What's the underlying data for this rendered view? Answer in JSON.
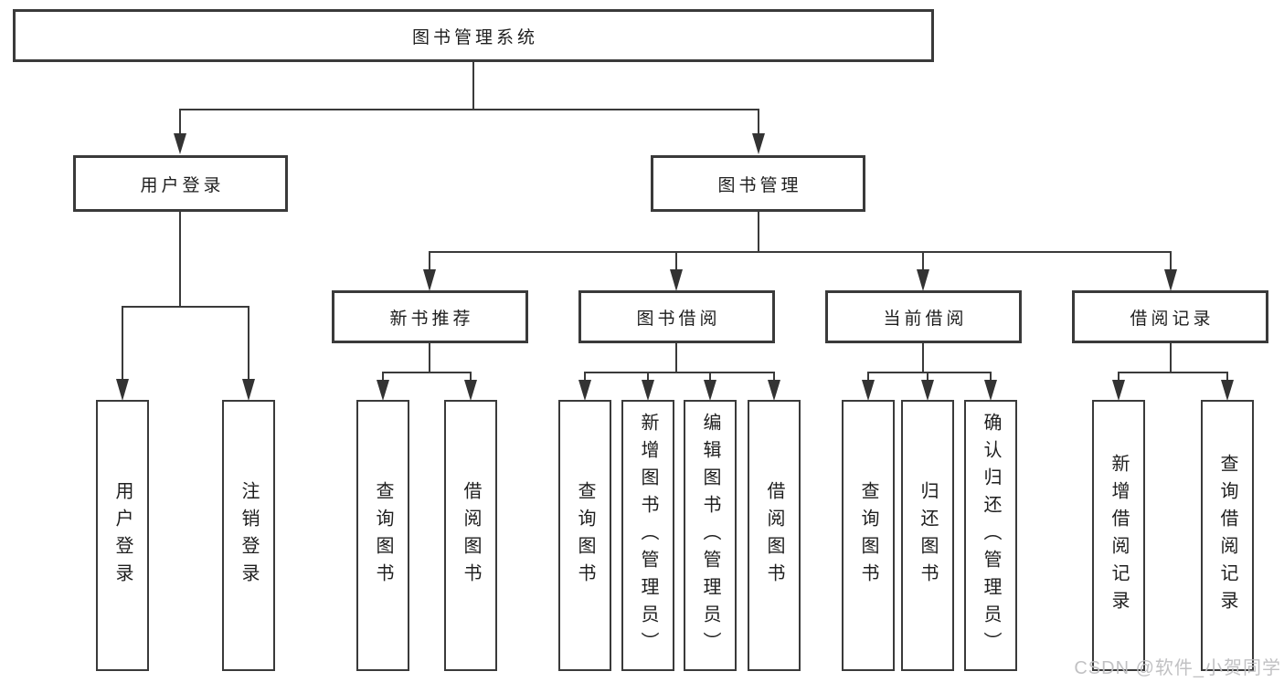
{
  "tree": {
    "root": {
      "label": "图书管理系统"
    },
    "branches": [
      {
        "label": "用户登录",
        "children": [
          {
            "label": "用户登录"
          },
          {
            "label": "注销登录"
          }
        ]
      },
      {
        "label": "图书管理",
        "children": [
          {
            "label": "新书推荐",
            "children": [
              {
                "label": "查询图书"
              },
              {
                "label": "借阅图书"
              }
            ]
          },
          {
            "label": "图书借阅",
            "children": [
              {
                "label": "查询图书"
              },
              {
                "label": "新增图书（管理员）"
              },
              {
                "label": "编辑图书（管理员）"
              },
              {
                "label": "借阅图书"
              }
            ]
          },
          {
            "label": "当前借阅",
            "children": [
              {
                "label": "查询图书"
              },
              {
                "label": "归还图书"
              },
              {
                "label": "确认归还（管理员）"
              }
            ]
          },
          {
            "label": "借阅记录",
            "children": [
              {
                "label": "新增借阅记录"
              },
              {
                "label": "查询借阅记录"
              }
            ]
          }
        ]
      }
    ]
  },
  "watermark": {
    "text": "CSDN @软件_小贺同学"
  },
  "colors": {
    "line": "#3a3a3a",
    "box_border": "#3a3a3a",
    "box_fill": "#ffffff",
    "text": "#1e1e1e",
    "watermark": "#bebec0"
  }
}
